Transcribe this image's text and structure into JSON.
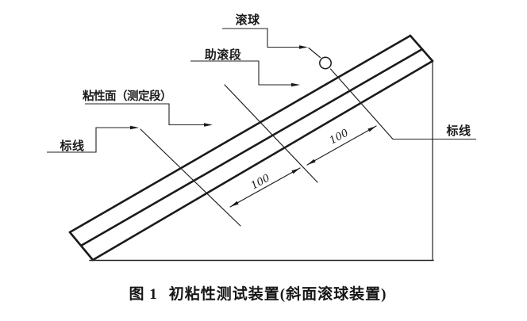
{
  "figure": {
    "caption_prefix": "图 1",
    "caption_text": "初粘性测试装置(斜面滚球装置)"
  },
  "labels": {
    "ball": "滚球",
    "run_up_section": "助滚段",
    "adhesive_surface": "粘性面（测定段）",
    "marking_line_left": "标线",
    "marking_line_right": "标线"
  },
  "dimensions": {
    "measurement_section_length": "100",
    "run_up_section_length": "100"
  },
  "colors": {
    "line": "#1b1b1b",
    "background": "#ffffff"
  }
}
